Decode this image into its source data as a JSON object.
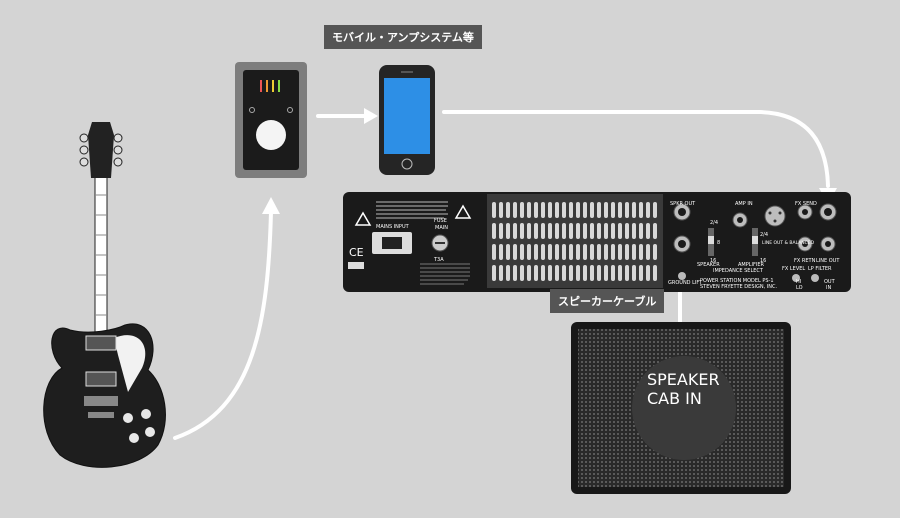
{
  "labels": {
    "mobile_system": "モバイル・アンプシステム等",
    "speaker_cable": "スピーカーケーブル",
    "cab_line1": "SPEAKER",
    "cab_line2": "CAB IN"
  },
  "panel": {
    "mains_input": "MAINS INPUT",
    "fuse": "FUSE",
    "main": "MAIN",
    "fuse_value": "T3A",
    "spkr_out": "SPKR OUT",
    "amp_in": "AMP IN",
    "fx_send": "FX SEND",
    "fx_return": "FX RETN",
    "line_out": "LINE OUT",
    "ground_lift": "GROUND LIFT",
    "speaker": "SPEAKER",
    "impedance": "IMPEDANCE SELECT",
    "amplifier": "AMPLIFIER",
    "model_line1": "POWER STATION MODEL PS-1",
    "model_line2": "STEVEN FRYETTE DESIGN, INC.",
    "fx_level": "FX LEVEL",
    "lp_filter": "LP FILTER",
    "hi": "HI",
    "lo": "LO",
    "out": "OUT",
    "in": "IN",
    "ohm_2_4": "2/4",
    "ohm_8": "8",
    "ohm_16": "16",
    "line_out_balanced": "LINE OUT & BALANCED"
  }
}
